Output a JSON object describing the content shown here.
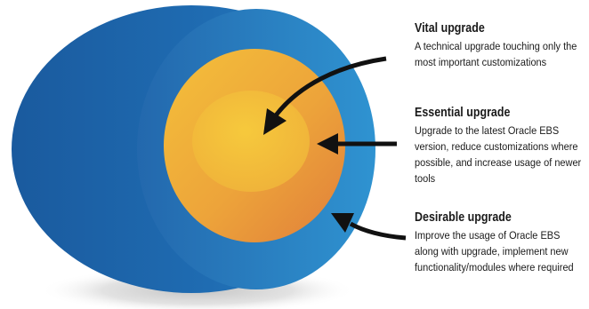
{
  "levels": [
    {
      "title": "Vital upgrade",
      "description": "A technical upgrade touching only the most important customizations",
      "color": "#f2c13a"
    },
    {
      "title": "Essential upgrade",
      "description": "Upgrade to the latest Oracle EBS version, reduce customizations where possible, and increase usage of newer tools",
      "color": "#e89a3c"
    },
    {
      "title": "Desirable upgrade",
      "description": "Improve the usage of Oracle EBS along with upgrade, implement new functionality/modules where required",
      "color": "#1f6fb2"
    }
  ],
  "colors": {
    "outer_dark": "#1c5ea3",
    "outer_light": "#2c8fcd",
    "inner_ring_light": "#f3b93a",
    "inner_ring_dark": "#e3843a",
    "core": "#f4c53c",
    "arrow": "#111111",
    "shadow": "#d8d8d8"
  }
}
